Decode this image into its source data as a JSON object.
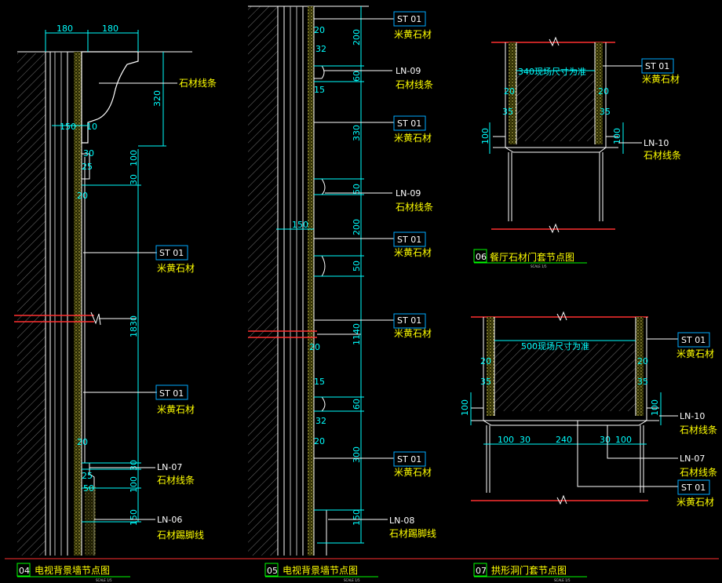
{
  "colors": {
    "background": "#000000",
    "dimension": "#00ffff",
    "label": "#ffff00",
    "hatch": "#7f7f7f",
    "wall": "#ffffff",
    "break_line": "#ff3030",
    "title_underline": "#00ff00",
    "stone_fill": "#e6d86a"
  },
  "detail04": {
    "dims_top": [
      "180",
      "180"
    ],
    "dims_misc": [
      "320",
      "150",
      "10",
      "30",
      "25",
      "20",
      "100",
      "30",
      "1830",
      "20",
      "30",
      "25",
      "50",
      "100",
      "150"
    ],
    "callouts": [
      {
        "code": "",
        "name": "石材线条"
      },
      {
        "code": "ST 01",
        "name": "米黄石材"
      },
      {
        "code": "ST 01",
        "name": "米黄石材"
      },
      {
        "code": "LN-07",
        "name": "石材线条"
      },
      {
        "code": "LN-06",
        "name": "石材踢脚线"
      }
    ],
    "title_num": "04",
    "title": "电视背景墙节点图",
    "scale": "SCALE 1/5"
  },
  "detail05": {
    "dims_a": [
      "20",
      "32",
      "15",
      "150",
      "20",
      "15",
      "32",
      "20"
    ],
    "dims_b": [
      "200",
      "60",
      "330",
      "50",
      "200",
      "50",
      "1140",
      "60",
      "300",
      "150"
    ],
    "callouts": [
      {
        "code": "ST 01",
        "name": "米黄石材"
      },
      {
        "code": "LN-09",
        "name": "石材线条"
      },
      {
        "code": "ST 01",
        "name": "米黄石材"
      },
      {
        "code": "LN-09",
        "name": "石材线条"
      },
      {
        "code": "ST 01",
        "name": "米黄石材"
      },
      {
        "code": "ST 01",
        "name": "米黄石材"
      },
      {
        "code": "ST 01",
        "name": "米黄石材"
      },
      {
        "code": "LN-08",
        "name": "石材踢脚线"
      }
    ],
    "title_num": "05",
    "title": "电视背景墙节点图",
    "scale": "SCALE 1/5"
  },
  "detail06": {
    "opening_note": "340现场尺寸为准",
    "dims": [
      "20",
      "20",
      "35",
      "35",
      "100",
      "100"
    ],
    "callouts": [
      {
        "code": "ST 01",
        "name": "米黄石材"
      },
      {
        "code": "LN-10",
        "name": "石材线条"
      }
    ],
    "title_num": "06",
    "title": "餐厅石材门套节点图",
    "scale": "SCALE 1/5"
  },
  "detail07": {
    "opening_note": "500现场尺寸为准",
    "dims": [
      "20",
      "20",
      "35",
      "35",
      "100",
      "100"
    ],
    "dims_bottom": [
      "100",
      "30",
      "240",
      "30",
      "100"
    ],
    "callouts": [
      {
        "code": "ST 01",
        "name": "米黄石材"
      },
      {
        "code": "LN-10",
        "name": "石材线条"
      },
      {
        "code": "LN-07",
        "name": "石材线条"
      },
      {
        "code": "ST 01",
        "name": "米黄石材"
      }
    ],
    "title_num": "07",
    "title": "拱形洞门套节点图",
    "scale": "SCALE 1/5"
  }
}
